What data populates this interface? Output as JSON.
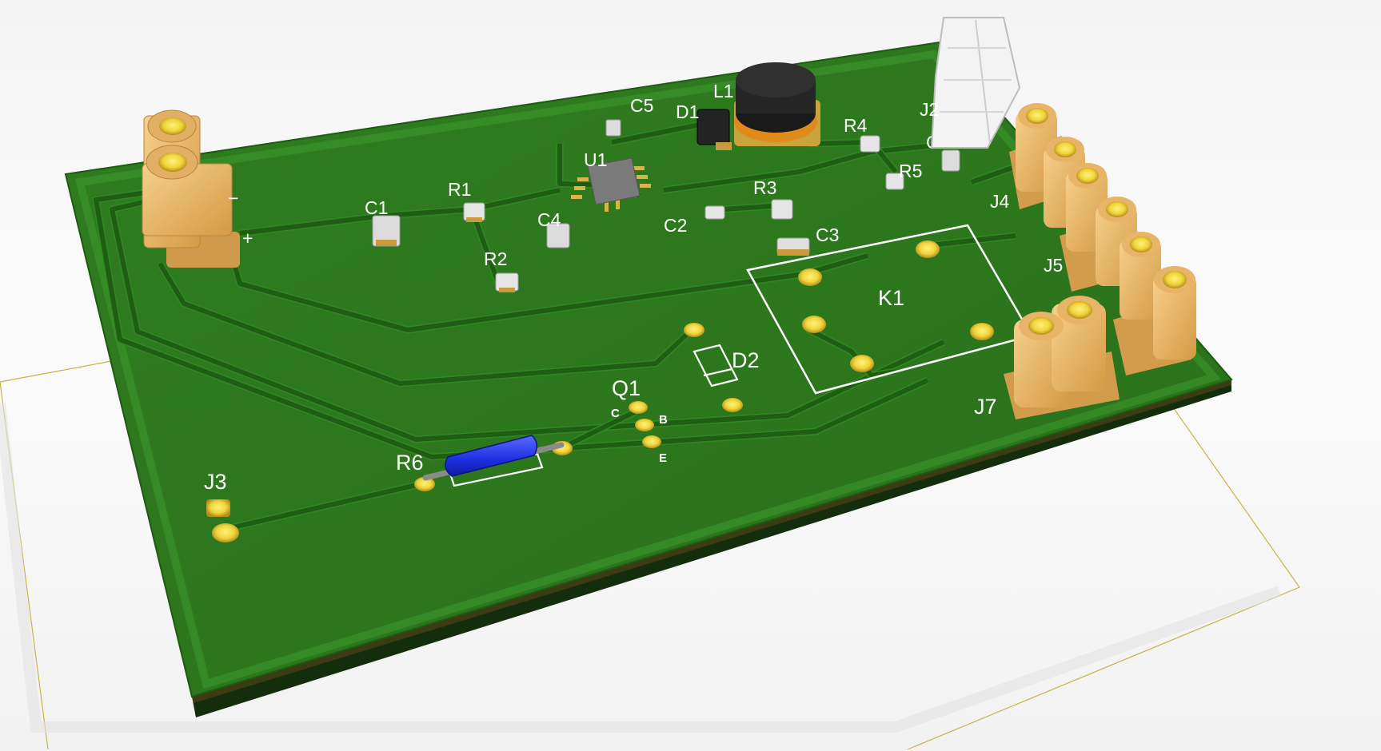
{
  "board": {
    "colors": {
      "pcb": "#2e7a1f",
      "pcb_edge": "#1d5a12",
      "copper_pad": "#d7b548",
      "connector": "#e9b867",
      "silkscreen": "#ffffff",
      "resistor_body": "#2b3fe6",
      "inductor": "#222222"
    }
  },
  "labels": {
    "c1": "C1",
    "c2": "C2",
    "c3": "C3",
    "c4": "C4",
    "c5": "C5",
    "c6": "C6",
    "r1": "R1",
    "r2": "R2",
    "r3": "R3",
    "r4": "R4",
    "r5": "R5",
    "r6": "R6",
    "u1": "U1",
    "d1": "D1",
    "d2": "D2",
    "l1": "L1",
    "k1": "K1",
    "q1": "Q1",
    "j2": "J2",
    "j3": "J3",
    "j4": "J4",
    "j5": "J5",
    "j7": "J7",
    "q1_c": "C",
    "q1_b": "B",
    "q1_e": "E",
    "plus": "+",
    "minus": "−"
  }
}
